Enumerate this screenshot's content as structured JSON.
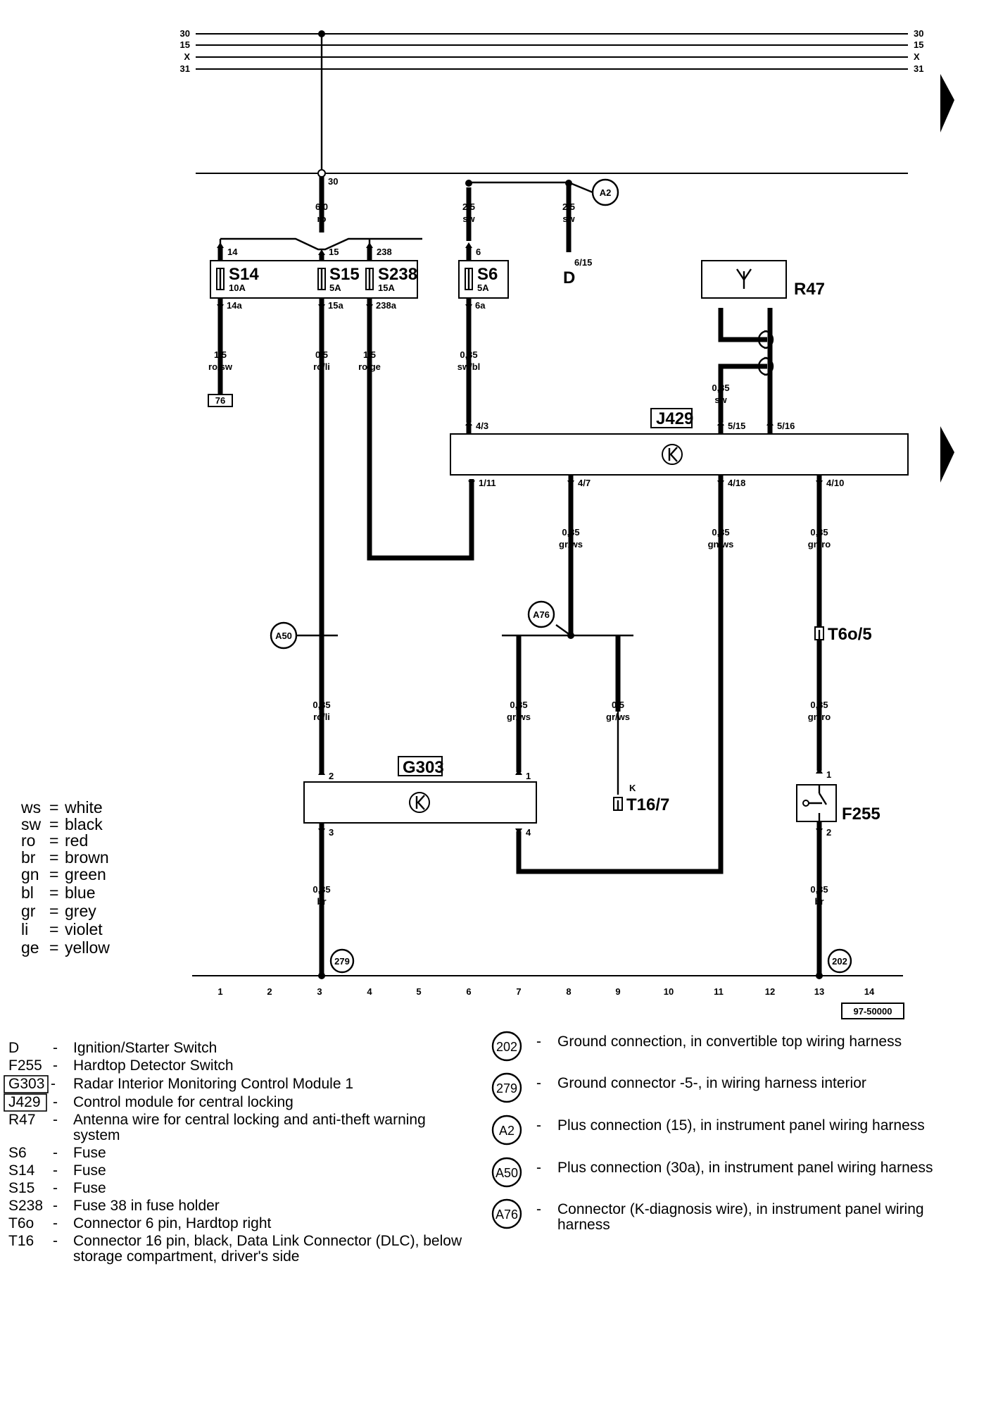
{
  "bus_labels": [
    "30",
    "15",
    "X",
    "31"
  ],
  "top_node_label": "30",
  "wires": {
    "s15_in": {
      "size": "6,0",
      "color": "ro"
    },
    "s14_out": {
      "size": "1,5",
      "color": "ro/sw"
    },
    "s15_out": {
      "size": "0,5",
      "color": "ro/li"
    },
    "s238_out": {
      "size": "1,5",
      "color": "ro/ge"
    },
    "s6_in": {
      "size": "2,5",
      "color": "sw"
    },
    "d_in": {
      "size": "2,5",
      "color": "sw"
    },
    "s6_out": {
      "size": "0,35",
      "color": "sw/bl"
    },
    "r47": {
      "size": "0,35",
      "color": "sw"
    },
    "j_47": {
      "size": "0,35",
      "color": "gr/ws"
    },
    "j_418": {
      "size": "0,35",
      "color": "gn/ws"
    },
    "j_410": {
      "size": "0,35",
      "color": "gn/ro"
    },
    "a50_g303": {
      "size": "0,35",
      "color": "ro/li"
    },
    "a76_g303": {
      "size": "0,35",
      "color": "gr/ws"
    },
    "a76_t16": {
      "size": "0,5",
      "color": "gr/ws"
    },
    "t6o_f255": {
      "size": "0,35",
      "color": "gn/ro"
    },
    "g303_gnd": {
      "size": "0,35",
      "color": "br"
    },
    "f255_gnd": {
      "size": "0,35",
      "color": "br"
    }
  },
  "fuses": {
    "s14": {
      "name": "S14",
      "amps": "10A",
      "pin_in": "14",
      "pin_out": "14a"
    },
    "s15": {
      "name": "S15",
      "amps": "5A",
      "pin_in": "15",
      "pin_out": "15a"
    },
    "s238": {
      "name": "S238",
      "amps": "15A",
      "pin_in": "238",
      "pin_out": "238a"
    },
    "s6": {
      "name": "S6",
      "amps": "5A",
      "pin_in": "6",
      "pin_out": "6a"
    }
  },
  "components": {
    "d": {
      "label": "D",
      "pin": "6/15"
    },
    "r47": {
      "label": "R47"
    },
    "j429": {
      "label": "J429",
      "pins": [
        "4/3",
        "5/15",
        "5/16",
        "1/11",
        "4/7",
        "4/18",
        "4/10"
      ]
    },
    "g303": {
      "label": "G303",
      "pins": [
        "2",
        "1",
        "3",
        "4"
      ]
    },
    "f255": {
      "label": "F255",
      "pins": [
        "1",
        "2"
      ]
    },
    "t16": {
      "label": "T16/7",
      "pin_k": "K"
    },
    "t6o": {
      "label": "T6o/5"
    },
    "box76": {
      "label": "76"
    }
  },
  "circles": {
    "a2": "A2",
    "a50": "A50",
    "a76": "A76",
    "g279": "279",
    "g202": "202"
  },
  "track_numbers": [
    "1",
    "2",
    "3",
    "4",
    "5",
    "6",
    "7",
    "8",
    "9",
    "10",
    "11",
    "12",
    "13",
    "14"
  ],
  "diagram_id": "97-50000",
  "color_codes": [
    {
      "code": "ws",
      "name": "white"
    },
    {
      "code": "sw",
      "name": "black"
    },
    {
      "code": "ro",
      "name": "red"
    },
    {
      "code": "br",
      "name": "brown"
    },
    {
      "code": "gn",
      "name": "green"
    },
    {
      "code": "bl",
      "name": "blue"
    },
    {
      "code": "gr",
      "name": "grey"
    },
    {
      "code": "li",
      "name": "violet"
    },
    {
      "code": "ge",
      "name": "yellow"
    }
  ],
  "legend_left": [
    {
      "code": "D",
      "text": "Ignition/Starter Switch",
      "boxed": false
    },
    {
      "code": "F255",
      "text": "Hardtop Detector Switch",
      "boxed": false
    },
    {
      "code": "G303",
      "text": "Radar Interior Monitoring Control Module 1",
      "boxed": true
    },
    {
      "code": "J429",
      "text": "Control module for central locking",
      "boxed": true
    },
    {
      "code": "R47",
      "text": "Antenna wire for central locking and anti-theft warning",
      "text2": "system",
      "boxed": false
    },
    {
      "code": "S6",
      "text": "Fuse",
      "boxed": false
    },
    {
      "code": "S14",
      "text": "Fuse",
      "boxed": false
    },
    {
      "code": "S15",
      "text": "Fuse",
      "boxed": false
    },
    {
      "code": "S238",
      "text": "Fuse 38 in fuse holder",
      "boxed": false
    },
    {
      "code": "T6o",
      "text": "Connector 6 pin, Hardtop right",
      "boxed": false
    },
    {
      "code": "T16",
      "text": "Connector 16 pin, black, Data Link Connector (DLC), below",
      "text2": "storage compartment, driver's side",
      "boxed": false
    }
  ],
  "legend_right": [
    {
      "code": "202",
      "text": "Ground connection, in convertible top wiring harness"
    },
    {
      "code": "279",
      "text": "Ground connector -5-, in wiring harness interior"
    },
    {
      "code": "A2",
      "text": "Plus connection (15), in instrument panel wiring harness"
    },
    {
      "code": "A50",
      "text": "Plus connection (30a), in instrument panel wiring harness"
    },
    {
      "code": "A76",
      "text": "Connector (K-diagnosis wire), in instrument panel wiring",
      "text2": "harness"
    }
  ]
}
